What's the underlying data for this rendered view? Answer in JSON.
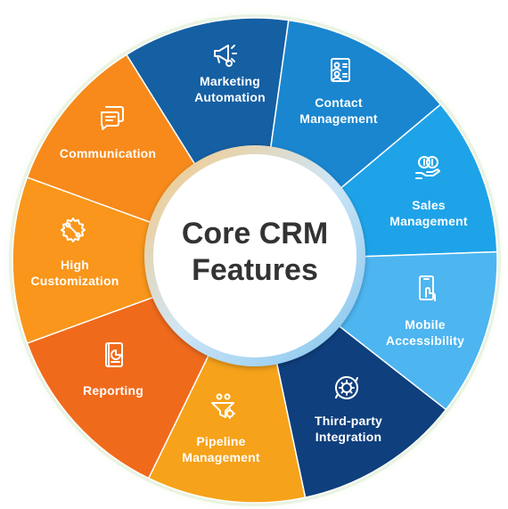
{
  "center": {
    "title_line1": "Core CRM",
    "title_line2": "Features"
  },
  "segments": [
    {
      "id": "marketing-automation",
      "lines": [
        "Marketing",
        "Automation"
      ],
      "color": "#155fa3",
      "icon": "megaphone-icon"
    },
    {
      "id": "contact-management",
      "lines": [
        "Contact",
        "Management"
      ],
      "color": "#1a86cf",
      "icon": "contact-card-icon"
    },
    {
      "id": "sales-management",
      "lines": [
        "Sales",
        "Management"
      ],
      "color": "#1ea3e8",
      "icon": "coins-hand-icon"
    },
    {
      "id": "mobile-accessibility",
      "lines": [
        "Mobile",
        "Accessibility"
      ],
      "color": "#4db5f0",
      "icon": "mobile-touch-icon"
    },
    {
      "id": "third-party-integration",
      "lines": [
        "Third-party",
        "Integration"
      ],
      "color": "#0f3f7d",
      "icon": "integration-gear-icon"
    },
    {
      "id": "pipeline-management",
      "lines": [
        "Pipeline",
        "Management"
      ],
      "color": "#f6a21a",
      "icon": "funnel-icon"
    },
    {
      "id": "reporting",
      "lines": [
        "Reporting"
      ],
      "color": "#f06a1c",
      "icon": "report-chart-icon"
    },
    {
      "id": "high-customization",
      "lines": [
        "High",
        "Customization"
      ],
      "color": "#f9961b",
      "icon": "gear-wrench-icon"
    },
    {
      "id": "communication",
      "lines": [
        "Communication"
      ],
      "color": "#f78a1b",
      "icon": "chat-bubble-icon"
    }
  ]
}
